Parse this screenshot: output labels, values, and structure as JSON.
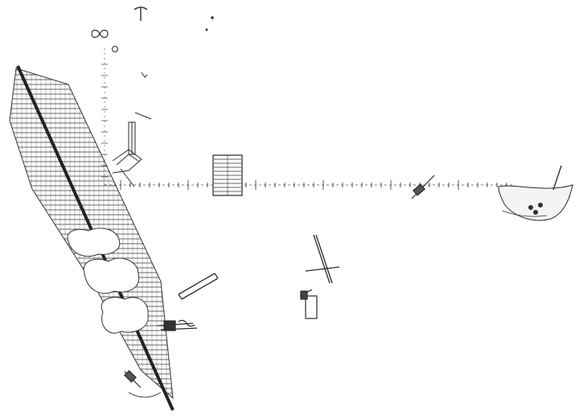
{
  "diagram": {
    "ink_color": "#2a2a2a",
    "paper_color": "#ffffff",
    "icons": [
      "anchor-icon",
      "infinity-glyph",
      "small-circle",
      "hull-outline",
      "hatched-box",
      "crossed-sticks",
      "rolled-object",
      "rope-coil",
      "pump-object",
      "boat-drawing"
    ]
  }
}
